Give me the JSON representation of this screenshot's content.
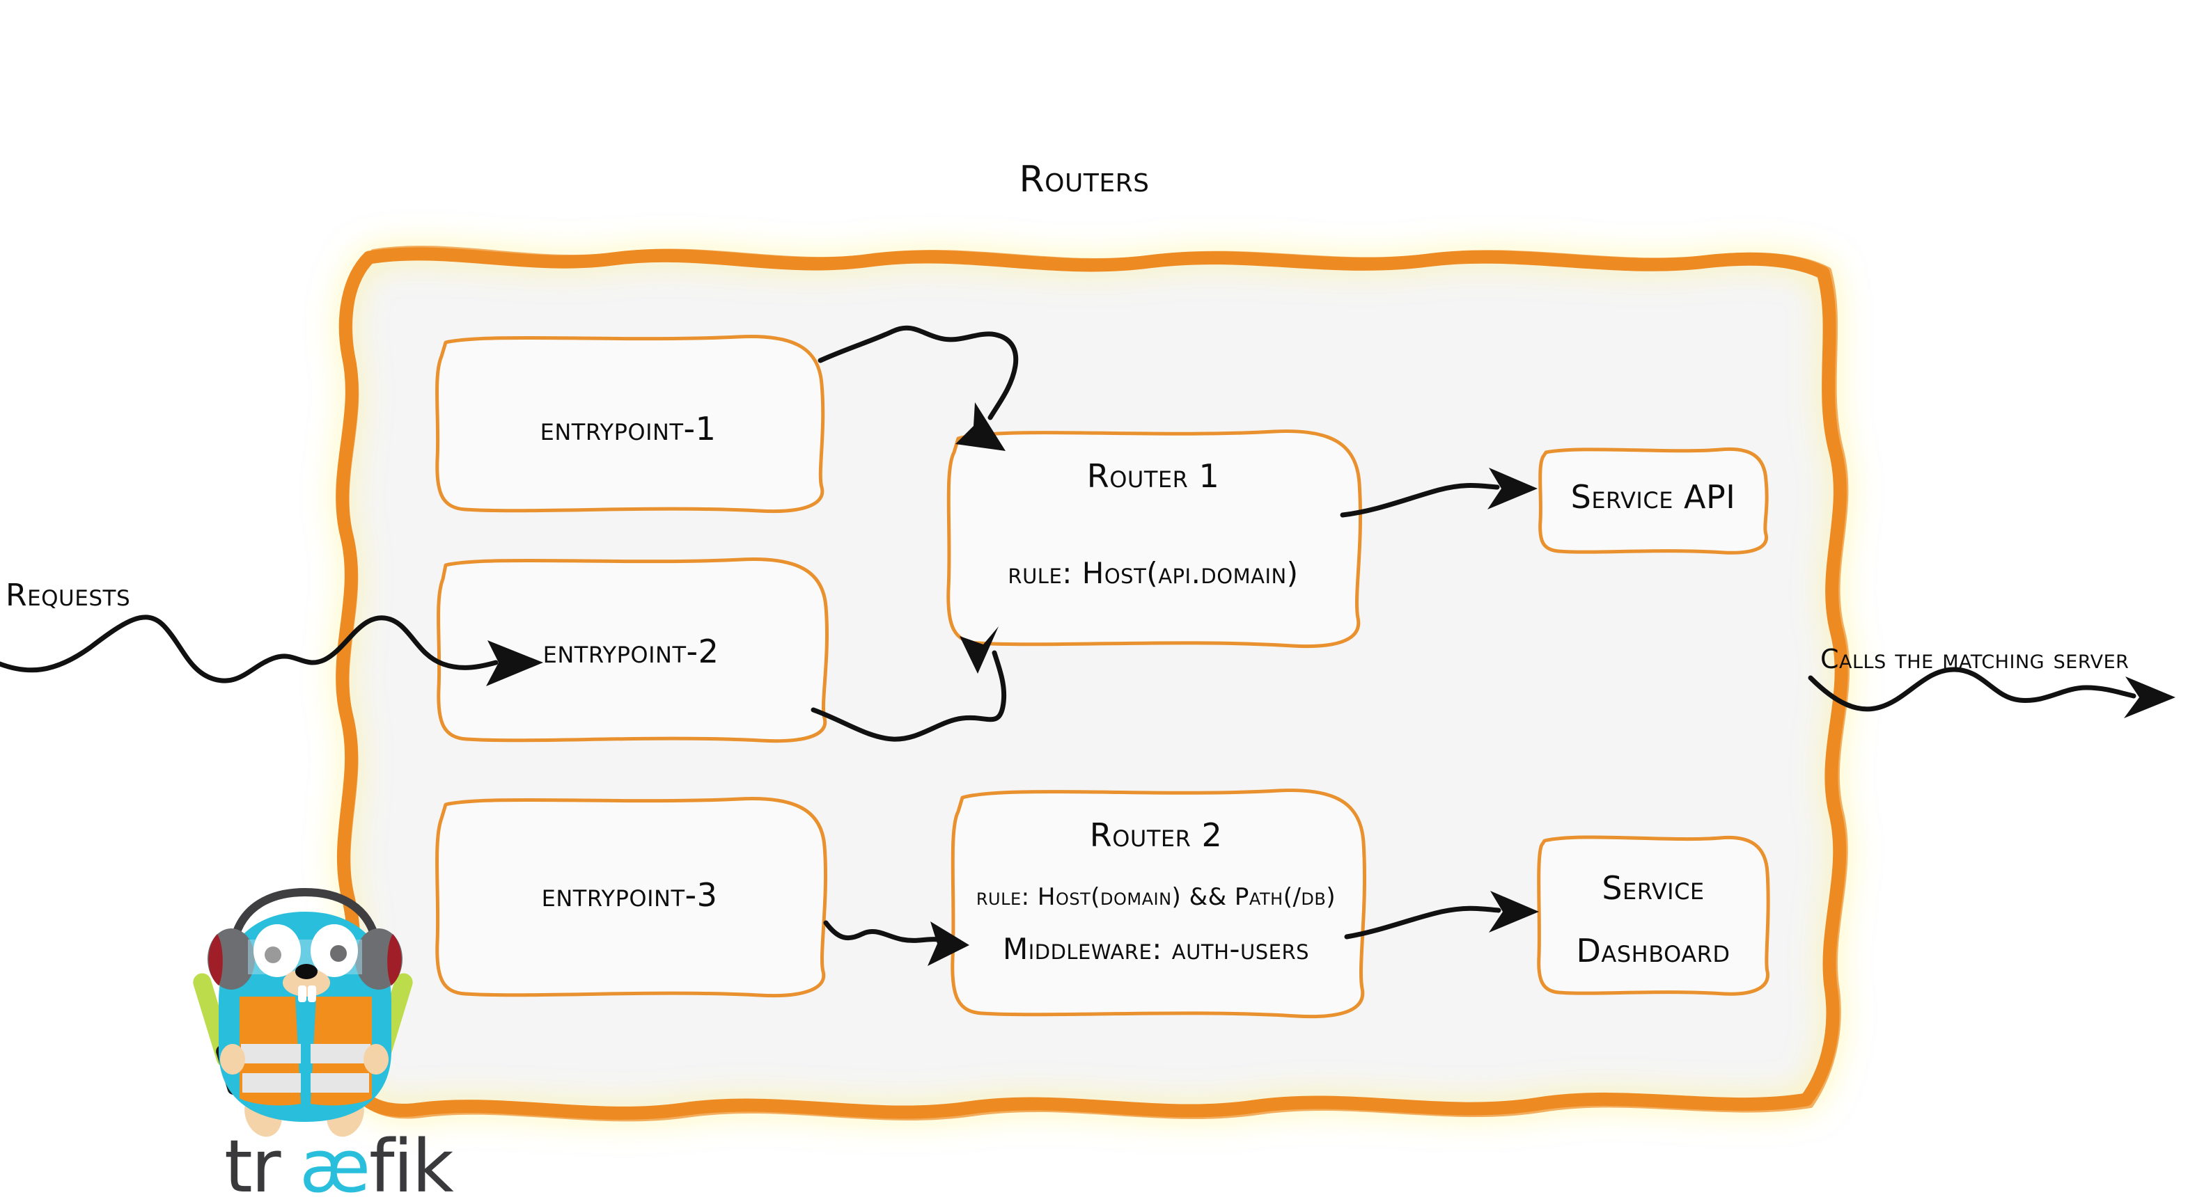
{
  "diagram": {
    "title": "Routers",
    "brand": "traefik",
    "wordmark": "træfik",
    "colors": {
      "accent_orange": "#ED8B22",
      "box_orange": "#E9912E",
      "panel_fill": "#F5F5F5",
      "box_fill": "#FAFAFA",
      "ink": "#0D0D0D",
      "gopher_body": "#29BEDB",
      "gopher_vest": "#F28E1C",
      "gopher_wand": "#BCDC4B",
      "gopher_headphone_gray": "#6D6E71",
      "gopher_headphone_red": "#A01E28",
      "gopher_skin": "#F5D3A8",
      "wordmark_dark": "#3A3A3C",
      "wordmark_cyan": "#29BEDB"
    }
  },
  "edge_labels": {
    "incoming": "Requests",
    "outgoing": "Calls the matching server"
  },
  "entrypoints": [
    {
      "label": "entrypoint-1"
    },
    {
      "label": "entrypoint-2"
    },
    {
      "label": "entrypoint-3"
    }
  ],
  "routers": [
    {
      "name": "Router 1",
      "lines": [
        "rule: Host(api.domain)"
      ]
    },
    {
      "name": "Router 2",
      "lines": [
        "rule: Host(domain) && Path(/db)",
        "Middleware: auth-users"
      ]
    }
  ],
  "services": [
    {
      "lines": [
        "Service API"
      ]
    },
    {
      "lines": [
        "Service",
        "Dashboard"
      ]
    }
  ],
  "connections": [
    {
      "from": "entrypoint-1",
      "to": "Router 1"
    },
    {
      "from": "entrypoint-2",
      "to": "Router 1"
    },
    {
      "from": "entrypoint-3",
      "to": "Router 2"
    },
    {
      "from": "Router 1",
      "to": "Service API"
    },
    {
      "from": "Router 2",
      "to": "Service Dashboard"
    }
  ]
}
